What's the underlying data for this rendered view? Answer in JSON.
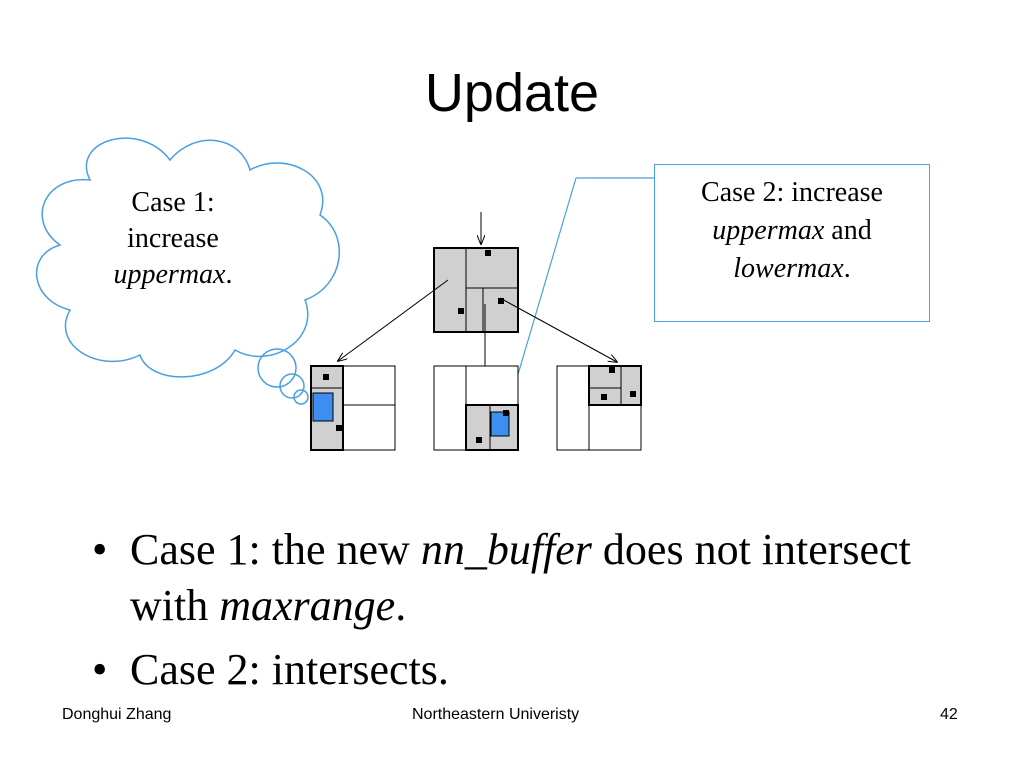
{
  "title": "Update",
  "cloud": {
    "line1": "Case 1:",
    "line2": "increase",
    "line3_italic": "uppermax",
    "line3_tail": "."
  },
  "callout": {
    "line1": "Case 2: increase",
    "line2_italic": "uppermax",
    "line2_tail": " and",
    "line3_italic": "lowermax",
    "line3_tail": "."
  },
  "bullets": {
    "b1_pre": "Case 1: the new ",
    "b1_italic1": "nn_buffer",
    "b1_mid": " does not intersect with ",
    "b1_italic2": "maxrange",
    "b1_tail": ".",
    "b2": "Case 2: intersects.",
    "marker": "•"
  },
  "footer": {
    "author": "Donghui Zhang",
    "institution": "Northeastern Univeristy",
    "page": "42"
  },
  "colors": {
    "node_fill": "#d0d0d0",
    "highlight": "#3d8ef0",
    "callout_line": "#4a9fe0"
  }
}
